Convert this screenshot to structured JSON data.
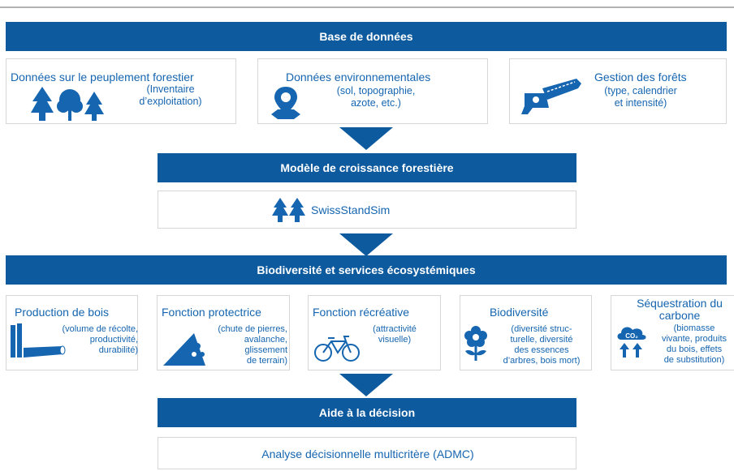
{
  "header_bar": "Base de données",
  "inputs": [
    {
      "title": "Données sur le peuplement forestier",
      "detail": "(Inventaire\nd’exploitation)",
      "icon": "trees-icon"
    },
    {
      "title": "Données environnementales",
      "detail": "(sol, topographie,\nazote, etc.)",
      "icon": "map-pin-icon"
    },
    {
      "title": "Gestion des forêts",
      "detail": "(type, calendrier\net intensité)",
      "icon": "chainsaw-icon"
    }
  ],
  "model_bar": "Modèle de croissance forestière",
  "model_name": "SwissStandSim",
  "services_bar": "Biodiversité et services écosystémiques",
  "services": [
    {
      "title": "Production de bois",
      "detail": "(volume de récolte,\nproductivité,\ndurabilité)",
      "icon": "logs-icon"
    },
    {
      "title": "Fonction protectrice",
      "detail": "(chute de pierres,\navalanche,\nglissement\nde terrain)",
      "icon": "rockfall-icon"
    },
    {
      "title": "Fonction récréative",
      "detail": "(attractivité\nvisuelle)",
      "icon": "bicycle-icon"
    },
    {
      "title": "Biodiversité",
      "detail": "(diversité struc-\nturelle, diversité\ndes essences\nd’arbres, bois mort)",
      "icon": "flower-icon"
    },
    {
      "title": "Séquestration du\ncarbone",
      "detail": "(biomasse\nvivante, produits\ndu bois, effets\nde substitution)",
      "icon": "co2-icon"
    }
  ],
  "decision_bar": "Aide à la décision",
  "decision_method": "Analyse décisionnelle multicritère (ADMC)",
  "colors": {
    "primary": "#0d5a9e",
    "text": "#1565b0",
    "border": "#d6d6d6",
    "rule": "#b3b3b3"
  }
}
